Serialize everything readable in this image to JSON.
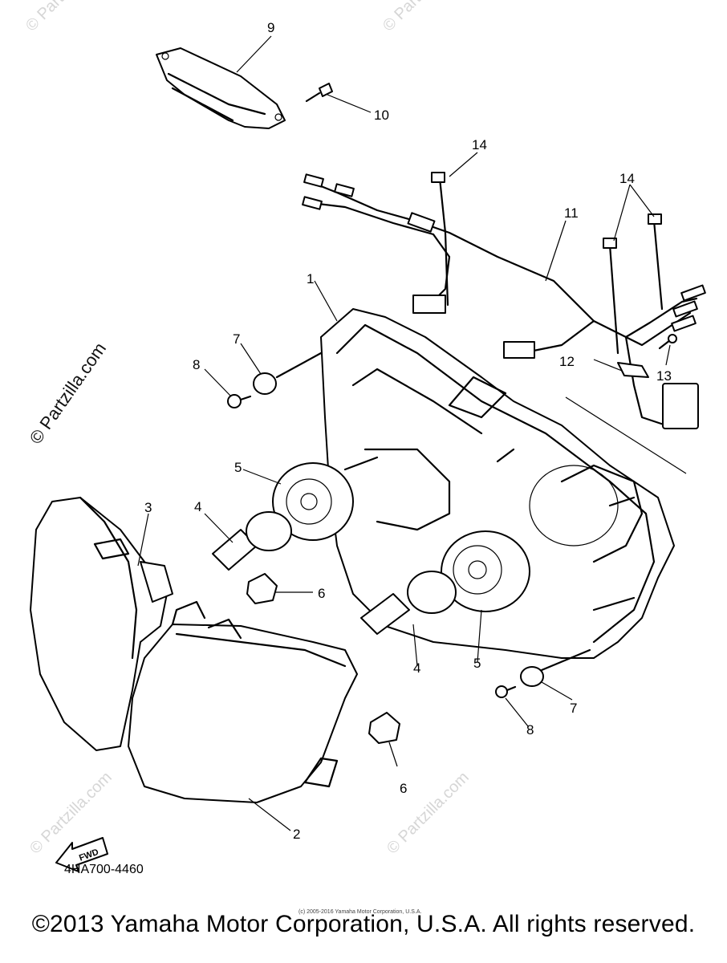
{
  "watermarks": {
    "main": "© Partzilla.com",
    "faint": "© Partzilla.com"
  },
  "callouts": {
    "c1": "1",
    "c2": "2",
    "c3": "3",
    "c4a": "4",
    "c4b": "4",
    "c5a": "5",
    "c5b": "5",
    "c6a": "6",
    "c6b": "6",
    "c7a": "7",
    "c7b": "7",
    "c8a": "8",
    "c8b": "8",
    "c9": "9",
    "c10": "10",
    "c11": "11",
    "c12": "12",
    "c13": "13",
    "c14a": "14",
    "c14b": "14"
  },
  "fwd_label": "FWD",
  "part_code": "4HA700-4460",
  "tiny_credit": "(c) 2005-2016 Yamaha Motor Corporation, U.S.A.",
  "copyright": "©2013 Yamaha Motor Corporation, U.S.A. All rights reserved."
}
